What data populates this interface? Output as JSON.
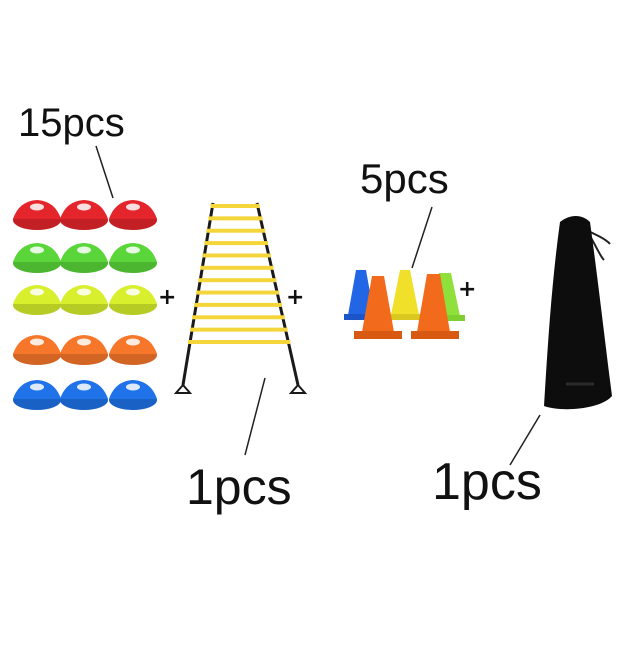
{
  "labels": {
    "discs_qty": "15pcs",
    "ladder_qty": "1pcs",
    "cones_qty": "5pcs",
    "bag_qty": "1pcs",
    "plus": "+"
  },
  "colors": {
    "disc_red": "#e4262c",
    "disc_green": "#5ad63a",
    "disc_yellow": "#d7ef2c",
    "disc_orange": "#f7772a",
    "disc_blue": "#1f72e8",
    "ladder_rung": "#f5d63a",
    "ladder_strap": "#1a1a1a",
    "cone_blue": "#2266e6",
    "cone_orange": "#f26a1b",
    "cone_yellow": "#f0e02a",
    "cone_green": "#8fe03a",
    "bag": "#0d0d0d"
  },
  "disc_rows": [
    "disc_red",
    "disc_green",
    "disc_yellow",
    "disc_orange",
    "disc_blue"
  ]
}
